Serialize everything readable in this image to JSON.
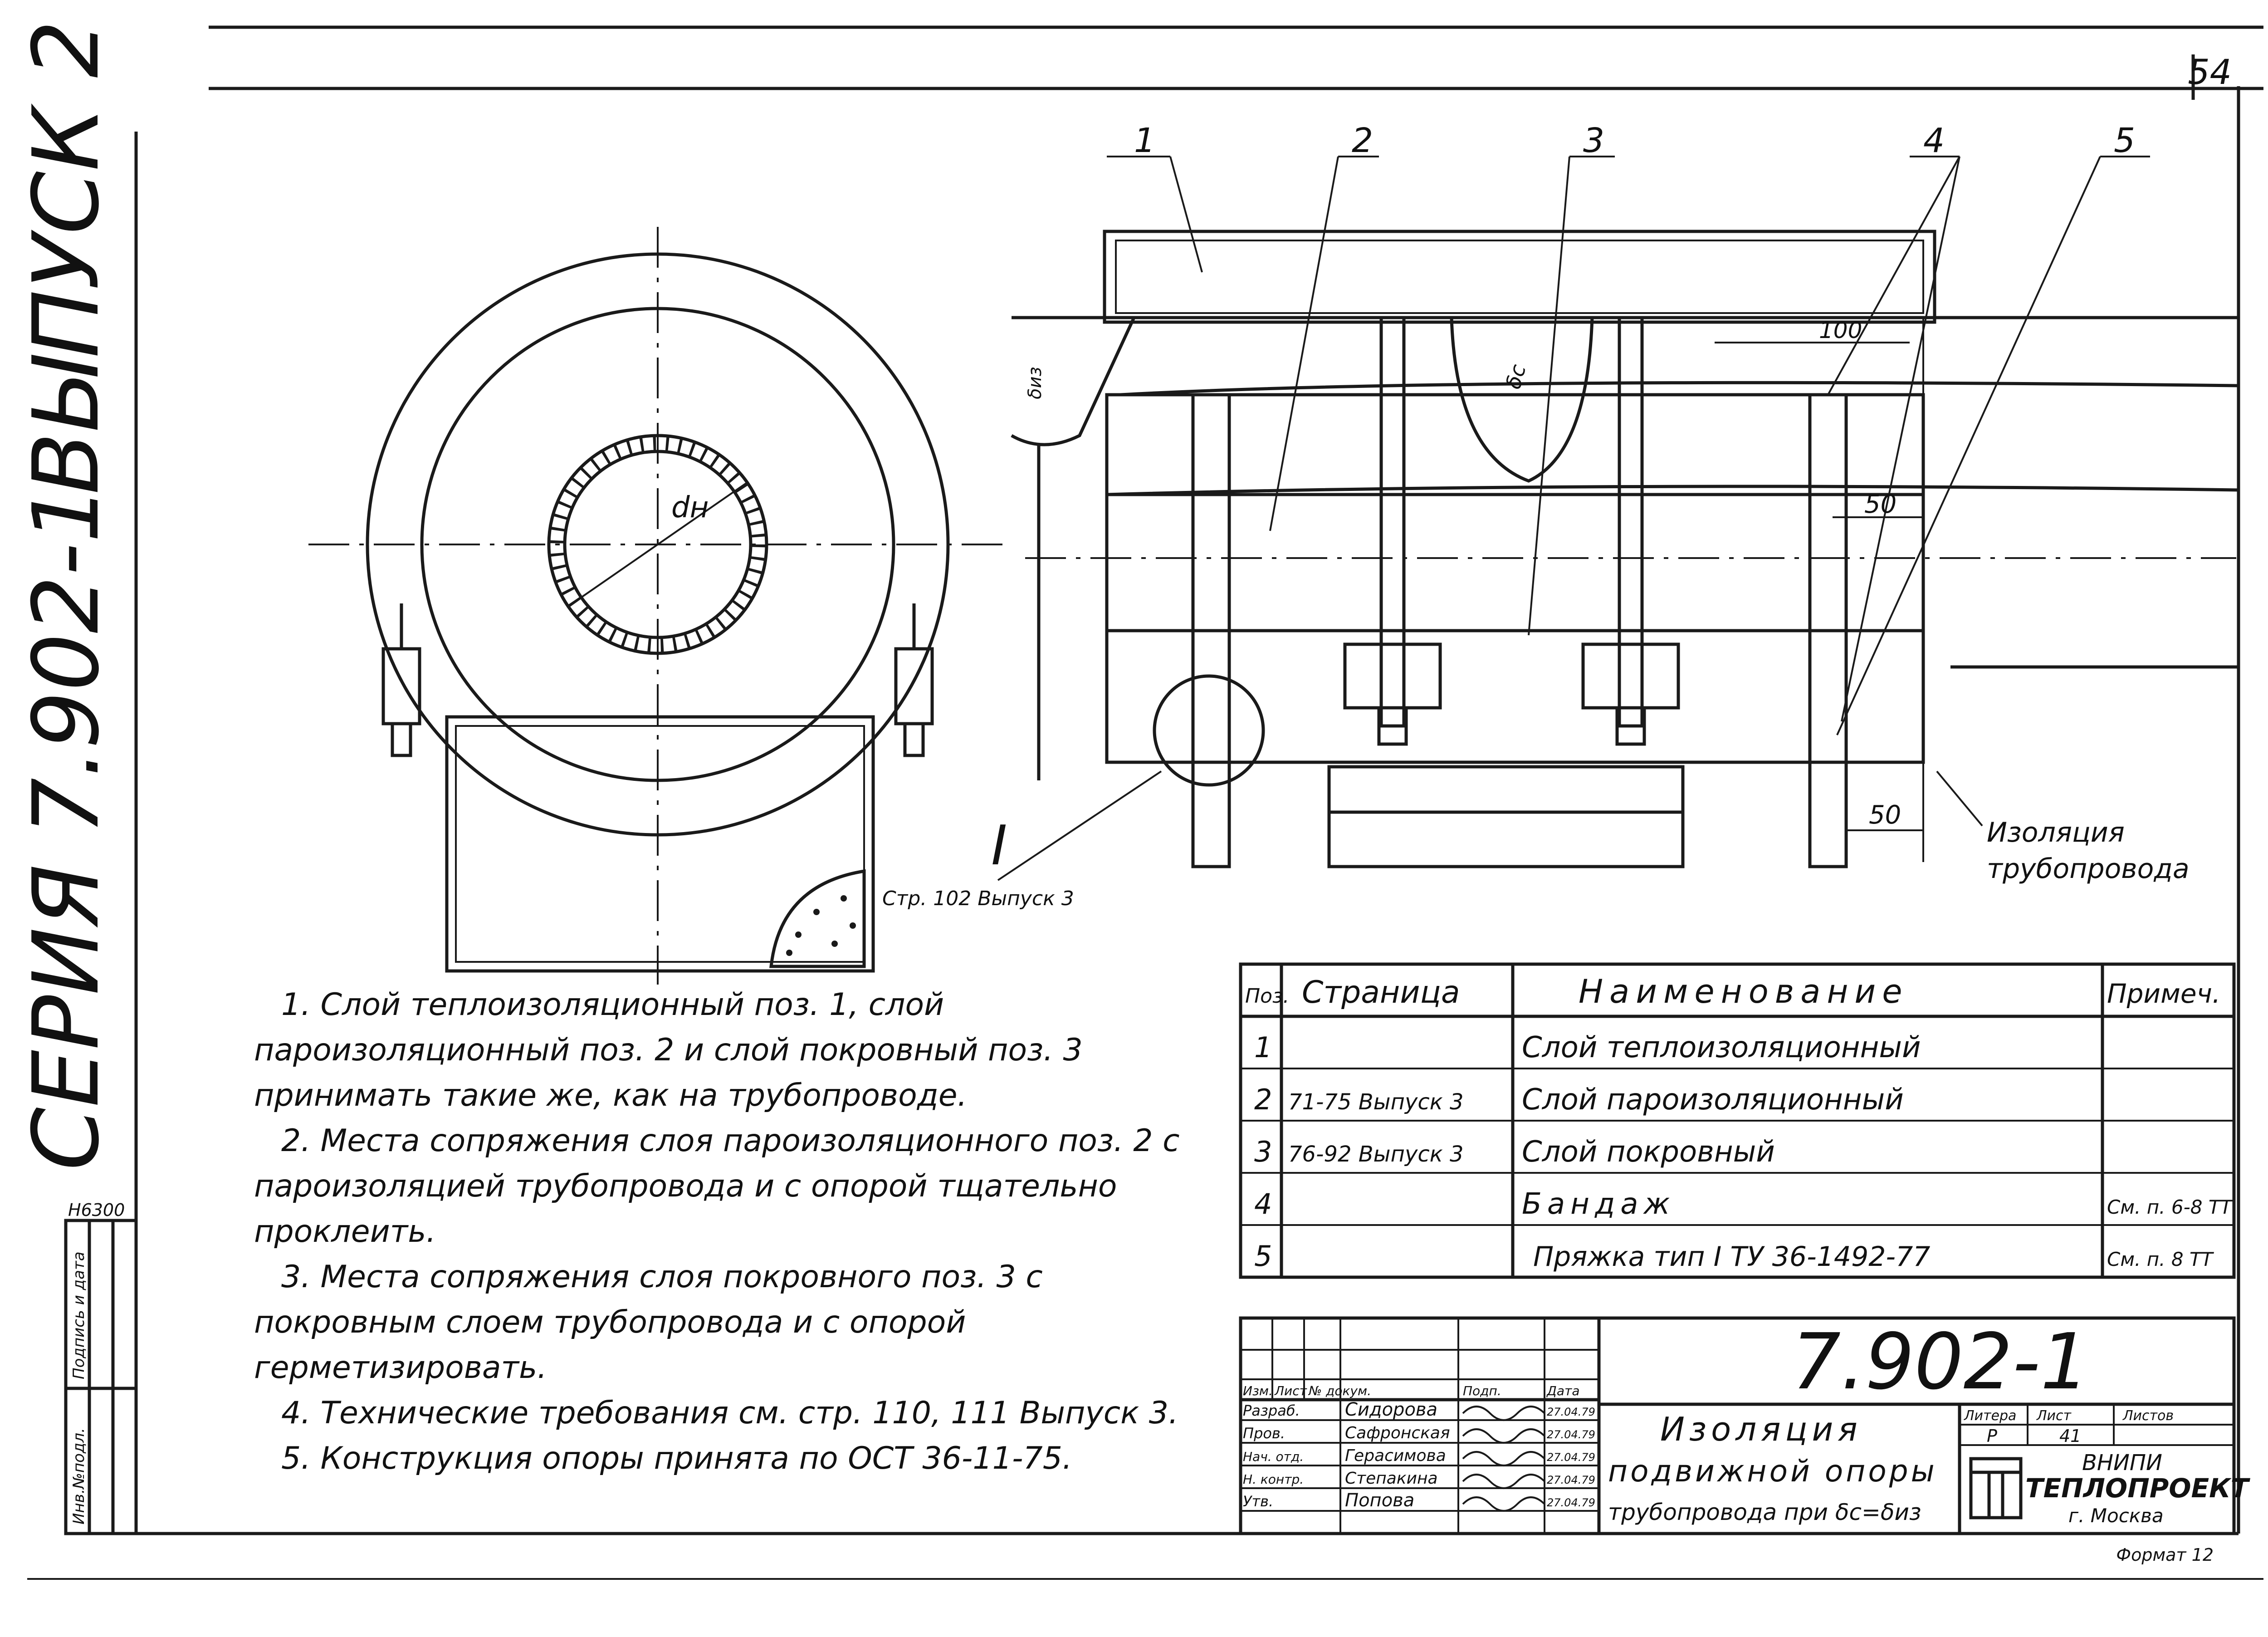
{
  "sheet_number": "54",
  "side_title": {
    "series": "СЕРИЯ 7.902-1",
    "issue": "ВЫПУСК 2"
  },
  "side_stamp": {
    "code": "Н6300",
    "cell_1": "Инв.№подл.",
    "cell_2": "Подпись и дата"
  },
  "drawing": {
    "callouts": [
      "1",
      "2",
      "3",
      "4",
      "5"
    ],
    "dim_dn": "dн",
    "dim_biz": "δиз",
    "dim_bc": "δс",
    "dim_100": "100",
    "dim_50_top": "50",
    "dim_50_bottom": "50",
    "detail_mark": "I",
    "detail_ref": "Стр. 102 Выпуск 3",
    "insulation_label_1": "Изоляция",
    "insulation_label_2": "трубопровода"
  },
  "notes": [
    "1. Слой теплоизоляционный поз. 1, слой пароизоляционный поз. 2 и слой покровный поз. 3 принимать такие же, как на трубопроводе.",
    "2. Места сопряжения слоя пароизоляционного поз. 2 с пароизоляцией трубопровода и с опорой тщательно проклеить.",
    "3. Места сопряжения слоя покровного поз. 3 с покровным слоем трубопровода и с опорой герметизировать.",
    "4. Технические требования см. стр. 110, 111 Выпуск 3.",
    "5. Конструкция опоры принята по ОСТ 36-11-75."
  ],
  "spec_table": {
    "headers": [
      "Поз.",
      "Страница",
      "Наименование",
      "Примеч."
    ],
    "rows": [
      [
        "1",
        "",
        "Слой теплоизоляционный",
        ""
      ],
      [
        "2",
        "71-75 Выпуск 3",
        "Слой пароизоляционный",
        ""
      ],
      [
        "3",
        "76-92 Выпуск 3",
        "Слой покровный",
        ""
      ],
      [
        "4",
        "",
        "Бандаж",
        "См. п. 6-8 ТТ"
      ],
      [
        "5",
        "",
        "Пряжка тип I ТУ 36-1492-77",
        "См. п. 8 ТТ"
      ]
    ]
  },
  "title_block": {
    "doc_number": "7.902-1",
    "header_cells": [
      "Изм.",
      "Лист",
      "№ докум.",
      "Подп.",
      "Дата"
    ],
    "roles": [
      "Разраб.",
      "Пров.",
      "Нач. отд.",
      "Н. контр.",
      "Утв."
    ],
    "names": [
      "Сидорова",
      "Сафронская",
      "Герасимова",
      "Степакина",
      "Попова"
    ],
    "dates": [
      "27.04.79",
      "27.04.79",
      "27.04.79",
      "27.04.79",
      "27.04.79"
    ],
    "title_lines": [
      "Изоляция",
      "подвижной опоры",
      "трубопровода при δс=δиз"
    ],
    "litera_label": "Литера",
    "litera_value": "Р",
    "sheet_label": "Лист",
    "sheet_value": "41",
    "sheets_label": "Листов",
    "sheets_value": "",
    "org_line_1": "ВНИПИ",
    "org_line_2": "ТЕПЛОПРОЕКТ",
    "org_city": "г. Москва"
  },
  "format_label": "Формат 12"
}
